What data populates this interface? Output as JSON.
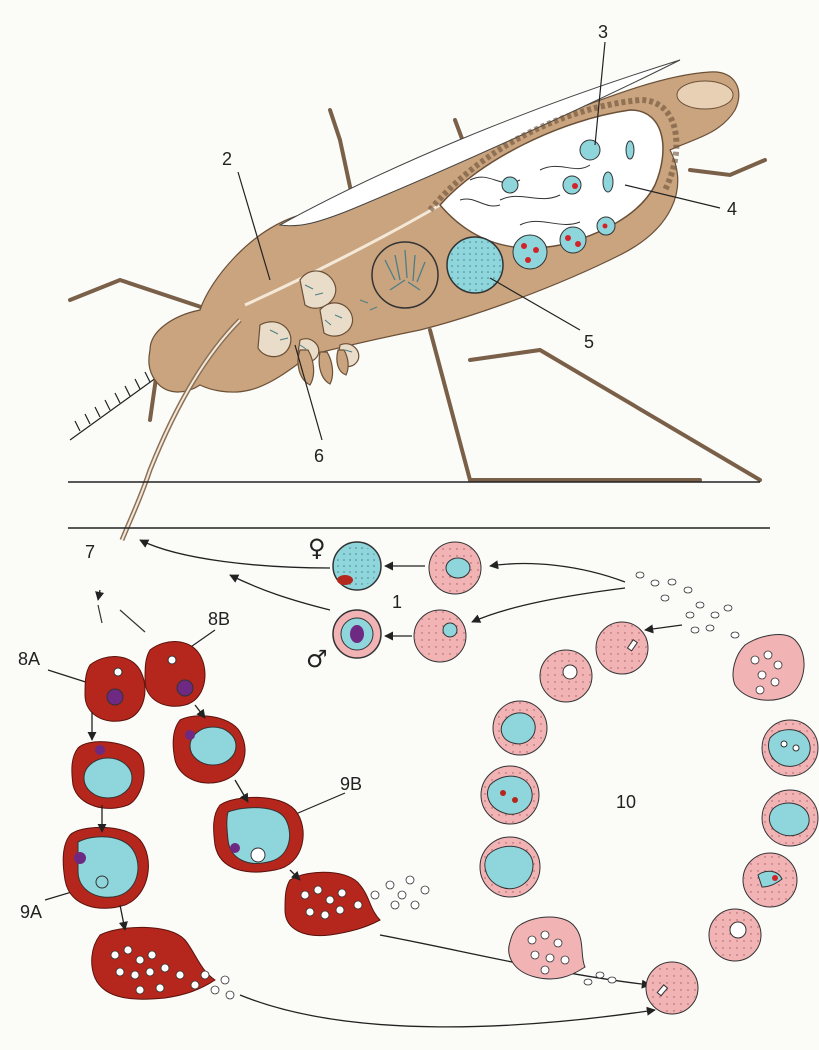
{
  "labels": {
    "l1": "1",
    "l2": "2",
    "l3": "3",
    "l4": "4",
    "l5": "5",
    "l6": "6",
    "l7": "7",
    "l8a": "8A",
    "l8b": "8B",
    "l9a": "9A",
    "l9b": "9B",
    "l10": "10",
    "female": "♀",
    "male": "♂"
  },
  "colors": {
    "mosquito_body": "#c9a47e",
    "cytoplasm_blue": "#8fd6dc",
    "red_cell": "#b5271c",
    "pink_cell": "#f2b3b5",
    "nucleus_purple": "#6e2a82",
    "nucleus_red": "#d2232a"
  }
}
